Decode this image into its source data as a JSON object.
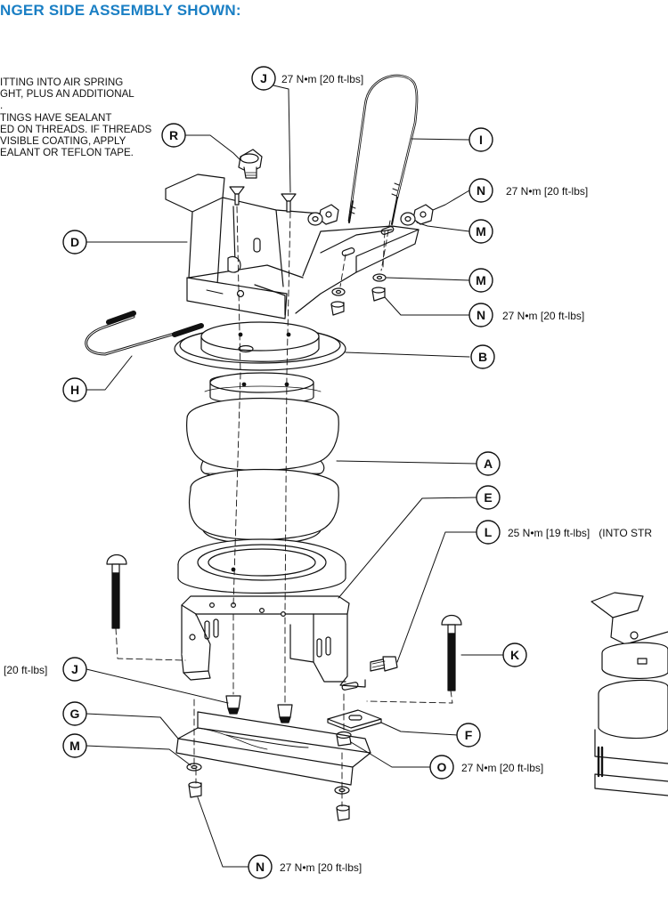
{
  "header": {
    "title": "NGER SIDE ASSEMBLY SHOWN:"
  },
  "notes": [
    "ITTING INTO AIR SPRING",
    "GHT, PLUS AN ADDITIONAL",
    ".",
    "TINGS HAVE SEALANT",
    "ED ON THREADS. IF THREADS",
    "VISIBLE COATING, APPLY",
    "EALANT OR TEFLON TAPE."
  ],
  "callouts": [
    {
      "name": "callout-j-top",
      "letter": "J",
      "spec": "27 N•m [20 ft-lbs]"
    },
    {
      "name": "callout-r",
      "letter": "R",
      "spec": ""
    },
    {
      "name": "callout-i",
      "letter": "I",
      "spec": ""
    },
    {
      "name": "callout-n-upper",
      "letter": "N",
      "spec": "27 N•m [20 ft-lbs]"
    },
    {
      "name": "callout-d",
      "letter": "D",
      "spec": ""
    },
    {
      "name": "callout-m-upper",
      "letter": "M",
      "spec": ""
    },
    {
      "name": "callout-m-middle",
      "letter": "M",
      "spec": ""
    },
    {
      "name": "callout-n-middle",
      "letter": "N",
      "spec": "27 N•m [20 ft-lbs]"
    },
    {
      "name": "callout-b",
      "letter": "B",
      "spec": ""
    },
    {
      "name": "callout-h",
      "letter": "H",
      "spec": ""
    },
    {
      "name": "callout-a",
      "letter": "A",
      "spec": ""
    },
    {
      "name": "callout-e",
      "letter": "E",
      "spec": ""
    },
    {
      "name": "callout-l",
      "letter": "L",
      "spec": "25 N•m [19 ft-lbs]   (INTO STR"
    },
    {
      "name": "callout-k",
      "letter": "K",
      "spec": ""
    },
    {
      "name": "callout-j-bottom",
      "letter": "J",
      "spec": ""
    },
    {
      "name": "callout-g",
      "letter": "G",
      "spec": ""
    },
    {
      "name": "callout-f",
      "letter": "F",
      "spec": ""
    },
    {
      "name": "callout-m-lower",
      "letter": "M",
      "spec": ""
    },
    {
      "name": "callout-o",
      "letter": "O",
      "spec": "27 N•m [20 ft-lbs]"
    },
    {
      "name": "callout-n-bottom",
      "letter": "N",
      "spec": "27 N•m [20 ft-lbs]"
    }
  ],
  "left_edge_spec": "[20 ft-lbs]",
  "colors": {
    "title": "#1a7fc4",
    "ink": "#111111"
  }
}
